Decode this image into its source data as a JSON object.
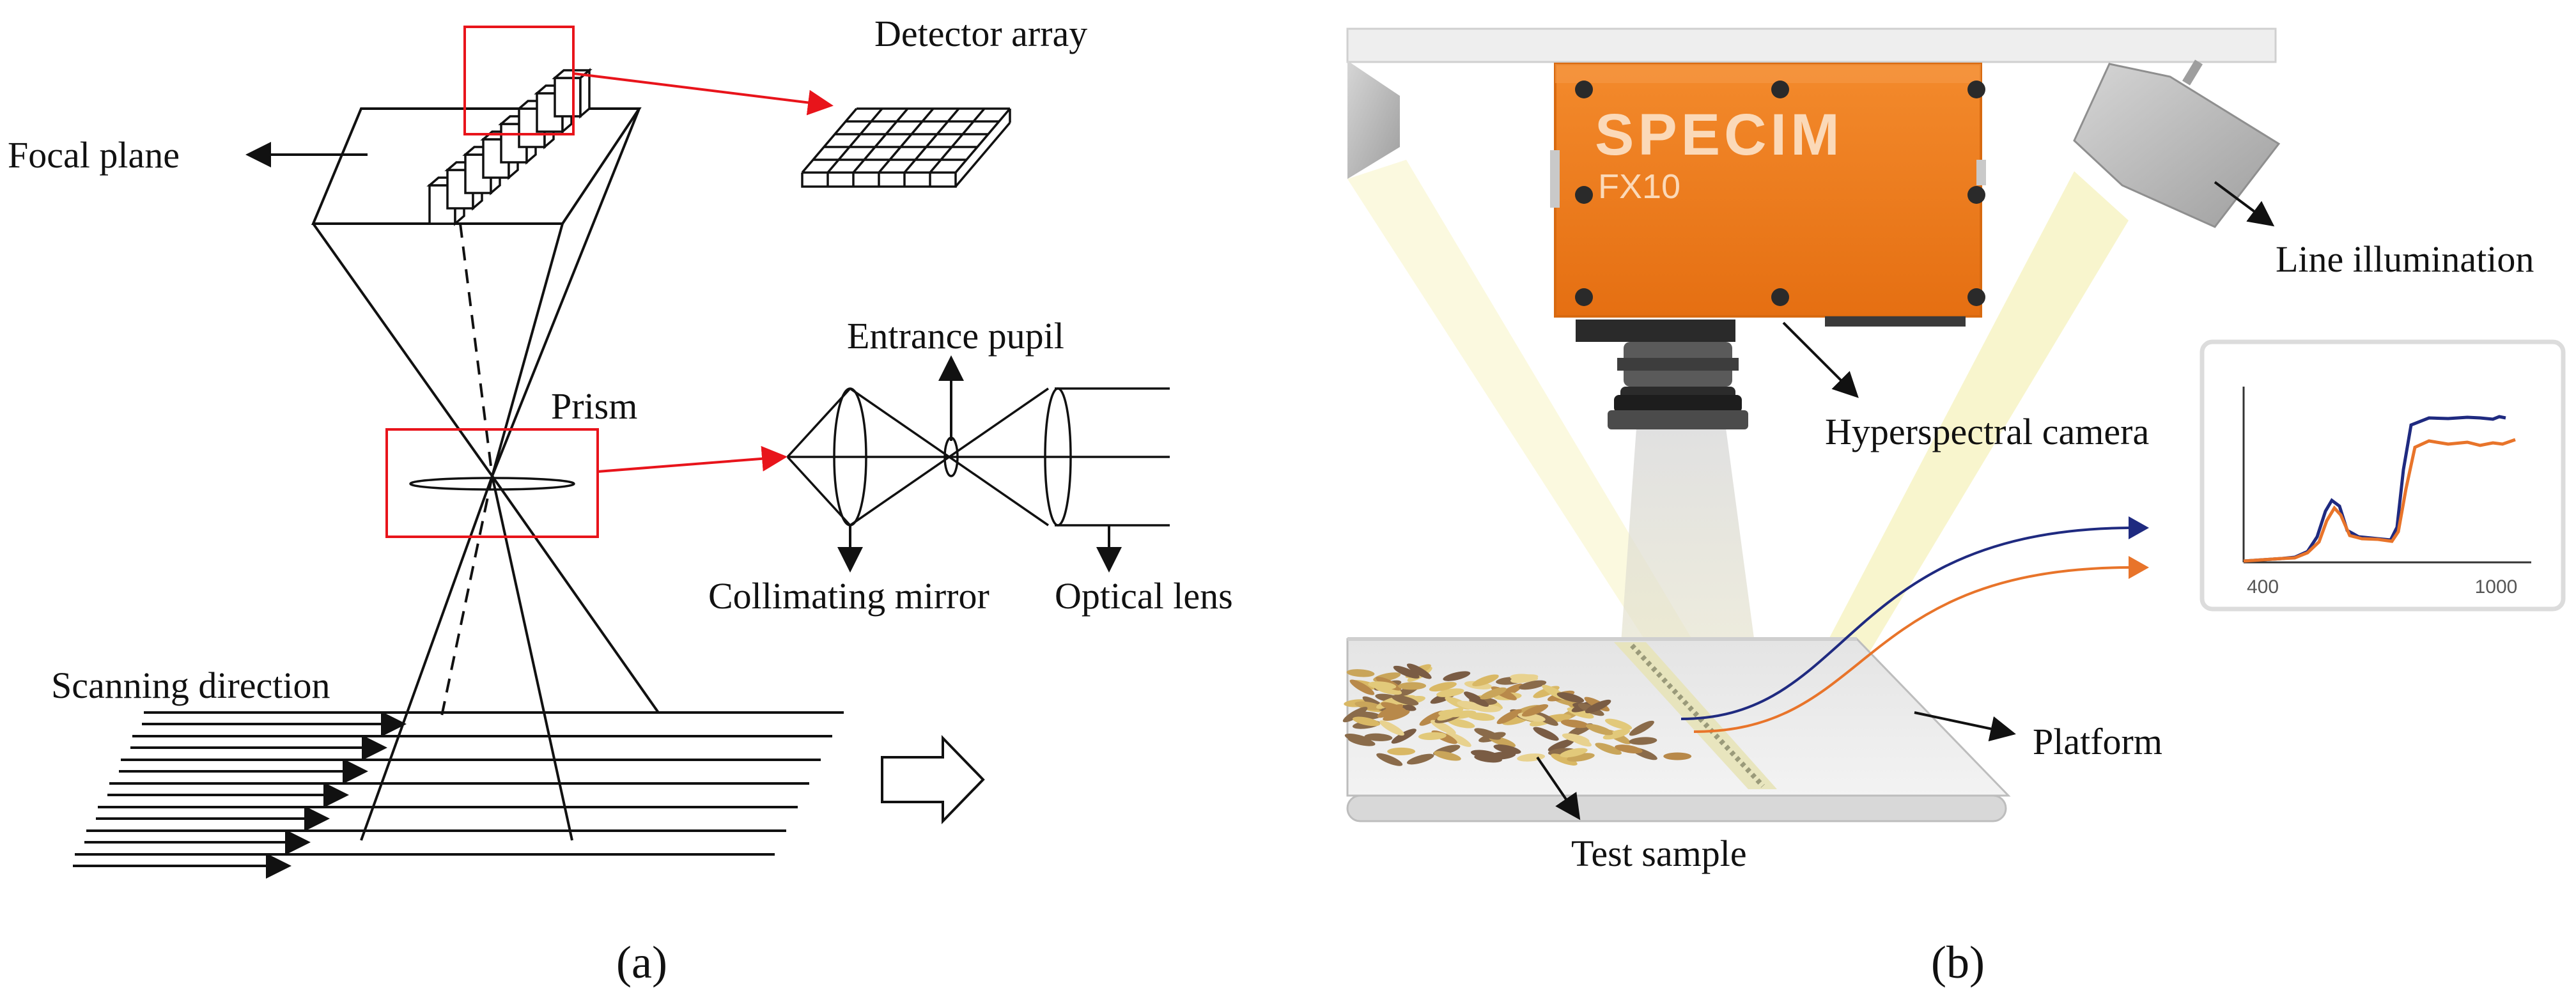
{
  "panel_a": {
    "labels": {
      "detector_array": "Detector array",
      "focal_plane": "Focal plane",
      "entrance_pupil": "Entrance pupil",
      "prism": "Prism",
      "collimating_mirror": "Collimating mirror",
      "optical_lens": "Optical lens",
      "scanning_direction": "Scanning direction"
    },
    "caption": "(a)",
    "colors": {
      "callout": "#e8141b",
      "line": "#111111"
    }
  },
  "panel_b": {
    "camera": {
      "brand": "SPECIM",
      "model": "FX10",
      "color": "#f07a1e"
    },
    "labels": {
      "line_illumination": "Line illumination",
      "hyperspectral_camera": "Hyperspectral camera",
      "platform": "Platform",
      "test_sample": "Test sample"
    },
    "spectrum_inset": {
      "x_tick_min": "400",
      "x_tick_max": "1000",
      "series_colors": [
        "#1f2a80",
        "#e8742a"
      ]
    },
    "caption": "(b)"
  }
}
